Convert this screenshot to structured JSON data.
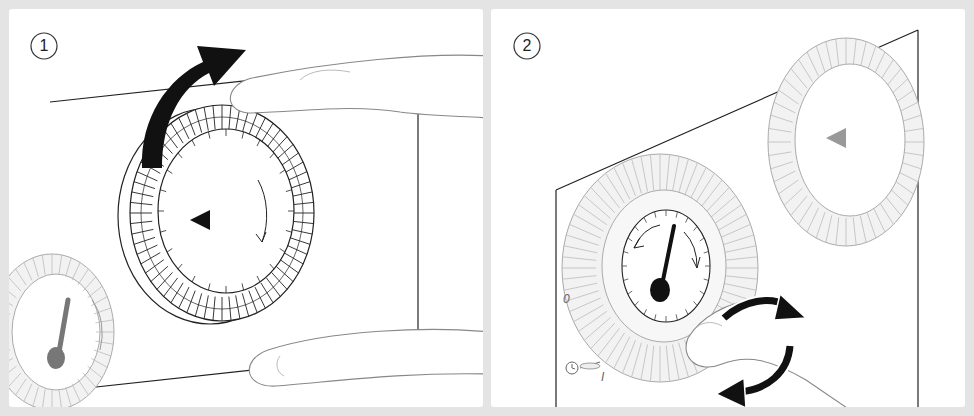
{
  "diagram": {
    "nodes": [
      {
        "text": [
          "1"
        ]
      },
      {
        "text": [
          "2"
        ]
      }
    ],
    "labels": [
      "0",
      "I"
    ]
  }
}
